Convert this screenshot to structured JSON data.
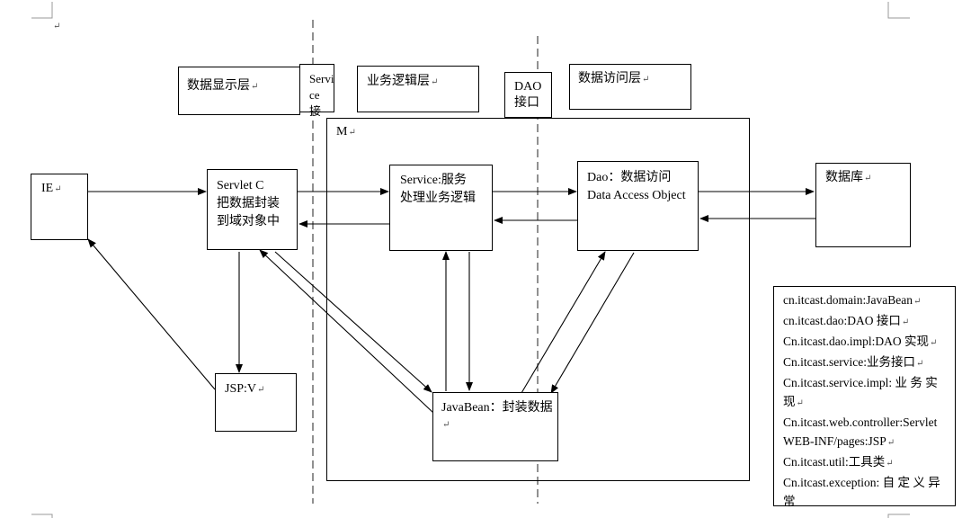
{
  "layers": {
    "display": "数据显示层",
    "service_iface": "Servi\nce 接",
    "business": "业务逻辑层",
    "dao_iface": "DAO\n接口",
    "access": "数据访问层"
  },
  "model_label": "M",
  "nodes": {
    "ie": "IE",
    "servlet": "Servlet    C\n把数据封装\n到域对象中",
    "service": "Service:服务\n处理业务逻辑",
    "dao": "Dao：数据访问\nData Access Object",
    "db": "数据库",
    "jsp": "JSP:V",
    "javabean": "JavaBean：封装数据"
  },
  "legend": [
    "cn.itcast.domain:JavaBean",
    "cn.itcast.dao:DAO 接口",
    "Cn.itcast.dao.impl:DAO 实现",
    "Cn.itcast.service:业务接口",
    "Cn.itcast.service.impl: 业 务 实",
    "现",
    "Cn.itcast.web.controller:Servlet",
    "WEB-INF/pages:JSP",
    "Cn.itcast.util:工具类",
    "Cn.itcast.exception: 自 定 义 异",
    "常"
  ],
  "colors": {
    "line": "#000000",
    "dashed": "#555555"
  }
}
